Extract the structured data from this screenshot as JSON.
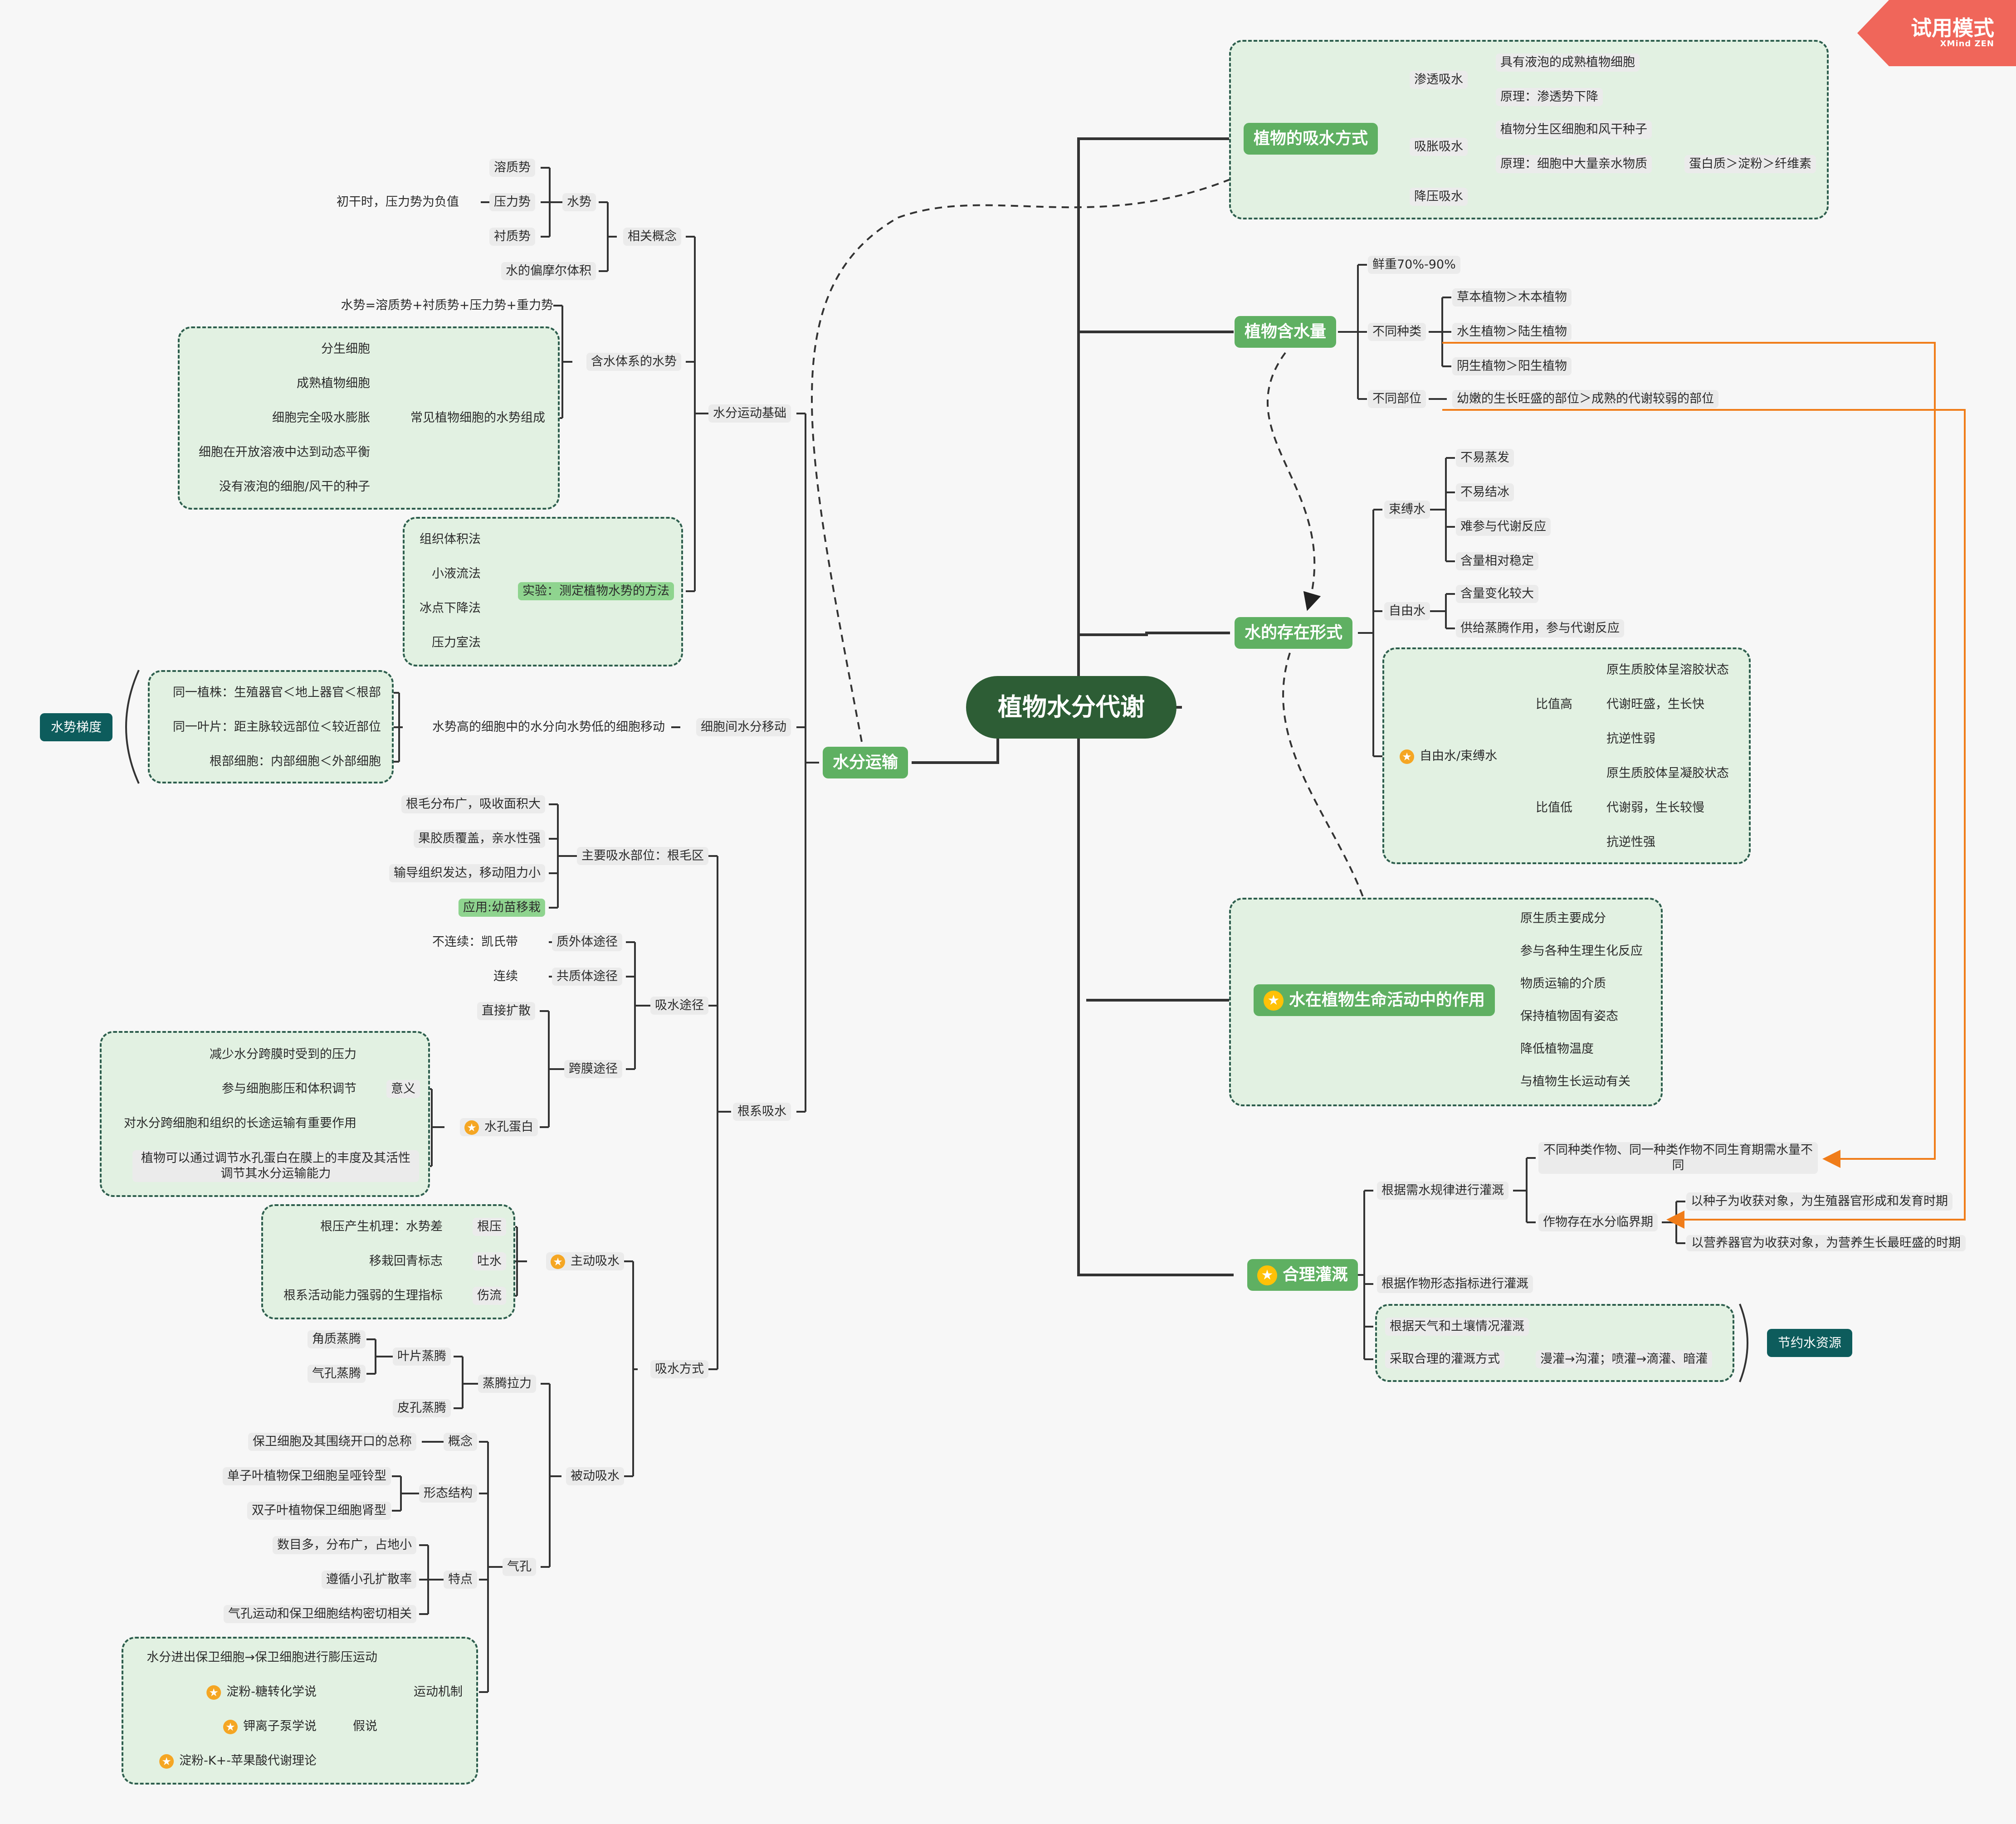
{
  "watermark": {
    "title": "试用模式",
    "brand": "XMind ZEN"
  },
  "colors": {
    "primary": "#5fb062",
    "root": "#2d5d35",
    "highlight_box": "#e2f1e2",
    "tag": "#0d5c5c",
    "accent_arrow": "#f07d1a",
    "trial": "#f0665a"
  },
  "root": "植物水分代谢",
  "branches": {
    "absorption_mode": "植物的吸水方式",
    "water_content": "植物含水量",
    "water_forms": "水的存在形式",
    "water_roles": "水在植物生命活动中的作用",
    "irrigation": "合理灌溉",
    "transport": "水分运输"
  },
  "absorption_mode": {
    "osmotic": "渗透吸水",
    "osmotic_cells": "具有液泡的成熟植物细胞",
    "osmotic_principle": "原理：渗透势下降",
    "imbibition": "吸胀吸水",
    "imbibition_cells": "植物分生区细胞和风干种子",
    "imbibition_principle": "原理：细胞中大量亲水物质",
    "imbibition_order": "蛋白质＞淀粉＞纤维素",
    "transpiration_pull": "降压吸水"
  },
  "water_content": {
    "fresh": "鲜重70%-90%",
    "by_species": "不同种类",
    "herb": "草本植物＞木本植物",
    "aquatic": "水生植物＞陆生植物",
    "shade": "阴生植物＞阳生植物",
    "by_part": "不同部位",
    "part_detail": "幼嫩的生长旺盛的部位＞成熟的代谢较弱的部位"
  },
  "water_forms": {
    "bound": "束缚水",
    "bound_1": "不易蒸发",
    "bound_2": "不易结冰",
    "bound_3": "难参与代谢反应",
    "bound_4": "含量相对稳定",
    "free": "自由水",
    "free_1": "含量变化较大",
    "free_2": "供给蒸腾作用，参与代谢反应",
    "ratio": "自由水/束缚水",
    "high": "比值高",
    "high_1": "原生质胶体呈溶胶状态",
    "high_2": "代谢旺盛，生长快",
    "high_3": "抗逆性弱",
    "low": "比值低",
    "low_1": "原生质胶体呈凝胶状态",
    "low_2": "代谢弱，生长较慢",
    "low_3": "抗逆性强"
  },
  "water_roles": {
    "items": [
      "原生质主要成分",
      "参与各种生理生化反应",
      "物质运输的介质",
      "保持植物固有姿态",
      "降低植物温度",
      "与植物生长运动有关"
    ]
  },
  "irrigation": {
    "by_need": "根据需水规律进行灌溉",
    "need_1": "不同种类作物、同一种类作物不同生育期需水量不同",
    "critical": "作物存在水分临界期",
    "critical_1": "以种子为收获对象，为生殖器官形成和发育时期",
    "critical_2": "以营养器官为收获对象，为营养生长最旺盛的时期",
    "by_morph": "根据作物形态指标进行灌溉",
    "by_weather": "根据天气和土壤情况灌溉",
    "method": "采取合理的灌溉方式",
    "method_detail": "漫灌→沟灌；喷灌→滴灌、暗灌",
    "save_tag": "节约水资源"
  },
  "transport": {
    "basis": "水分运动基础",
    "concepts": "相关概念",
    "potential": "水势",
    "solute": "溶质势",
    "pressure": "压力势",
    "pressure_note": "初干时，压力势为负值",
    "matric": "衬质势",
    "molar_volume": "水的偏摩尔体积",
    "system": "含水体系的水势",
    "formula": "水势=溶质势+衬质势+压力势+重力势",
    "common": "常见植物细胞的水势组成",
    "common_1": "分生细胞",
    "common_2": "成熟植物细胞",
    "common_3": "细胞完全吸水膨胀",
    "common_4": "细胞在开放溶液中达到动态平衡",
    "common_5": "没有液泡的细胞/风干的种子",
    "experiment": "实验：测定植物水势的方法",
    "exp_1": "组织体积法",
    "exp_2": "小液流法",
    "exp_3": "冰点下降法",
    "exp_4": "压力室法",
    "cell_move": "细胞间水分移动",
    "cell_move_rule": "水势高的细胞中的水分向水势低的细胞移动",
    "grad_1": "同一植株：生殖器官＜地上器官＜根部",
    "grad_2": "同一叶片：距主脉较远部位＜较近部位",
    "grad_3": "根部细胞：内部细胞＜外部细胞",
    "grad_tag": "水势梯度",
    "root_abs": "根系吸水",
    "main_part": "主要吸水部位：根毛区",
    "mp_1": "根毛分布广，吸收面积大",
    "mp_2": "果胶质覆盖，亲水性强",
    "mp_3": "输导组织发达，移动阻力小",
    "mp_4": "应用:幼苗移栽",
    "path": "吸水途径",
    "apo": "质外体途径",
    "apo_note": "不连续：凯氏带",
    "sym": "共质体途径",
    "sym_note": "连续",
    "trans": "跨膜途径",
    "diffusion": "直接扩散",
    "aqp": "水孔蛋白",
    "meaning": "意义",
    "m_1": "减少水分跨膜时受到的压力",
    "m_2": "参与细胞膨压和体积调节",
    "m_3": "对水分跨细胞和组织的长途运输有重要作用",
    "aqp_note": "植物可以通过调节水孔蛋白在膜上的丰度及其活性调节其水分运输能力",
    "mode": "吸水方式",
    "active": "主动吸水",
    "root_pressure": "根压",
    "rp_note": "根压产生机理：水势差",
    "guttation": "吐水",
    "gut_note": "移栽回青标志",
    "bleeding": "伤流",
    "bleed_note": "根系活动能力强弱的生理指标",
    "passive": "被动吸水",
    "pull": "蒸腾拉力",
    "leaf_trans": "叶片蒸腾",
    "cuticle": "角质蒸腾",
    "stomatal": "气孔蒸腾",
    "periderm": "皮孔蒸腾",
    "stoma": "气孔",
    "concept": "概念",
    "concept_note": "保卫细胞及其围绕开口的总称",
    "structure": "形态结构",
    "struct_1": "单子叶植物保卫细胞呈哑铃型",
    "struct_2": "双子叶植物保卫细胞肾型",
    "feature": "特点",
    "feat_1": "数目多，分布广，占地小",
    "feat_2": "遵循小孔扩散率",
    "feat_3": "气孔运动和保卫细胞结构密切相关",
    "mechanism": "运动机制",
    "mech_1": "水分进出保卫细胞→保卫细胞进行膨压运动",
    "hypothesis": "假说",
    "hyp_1": "淀粉-糖转化学说",
    "hyp_2": "钾离子泵学说",
    "hyp_3": "淀粉-K+-苹果酸代谢理论"
  }
}
